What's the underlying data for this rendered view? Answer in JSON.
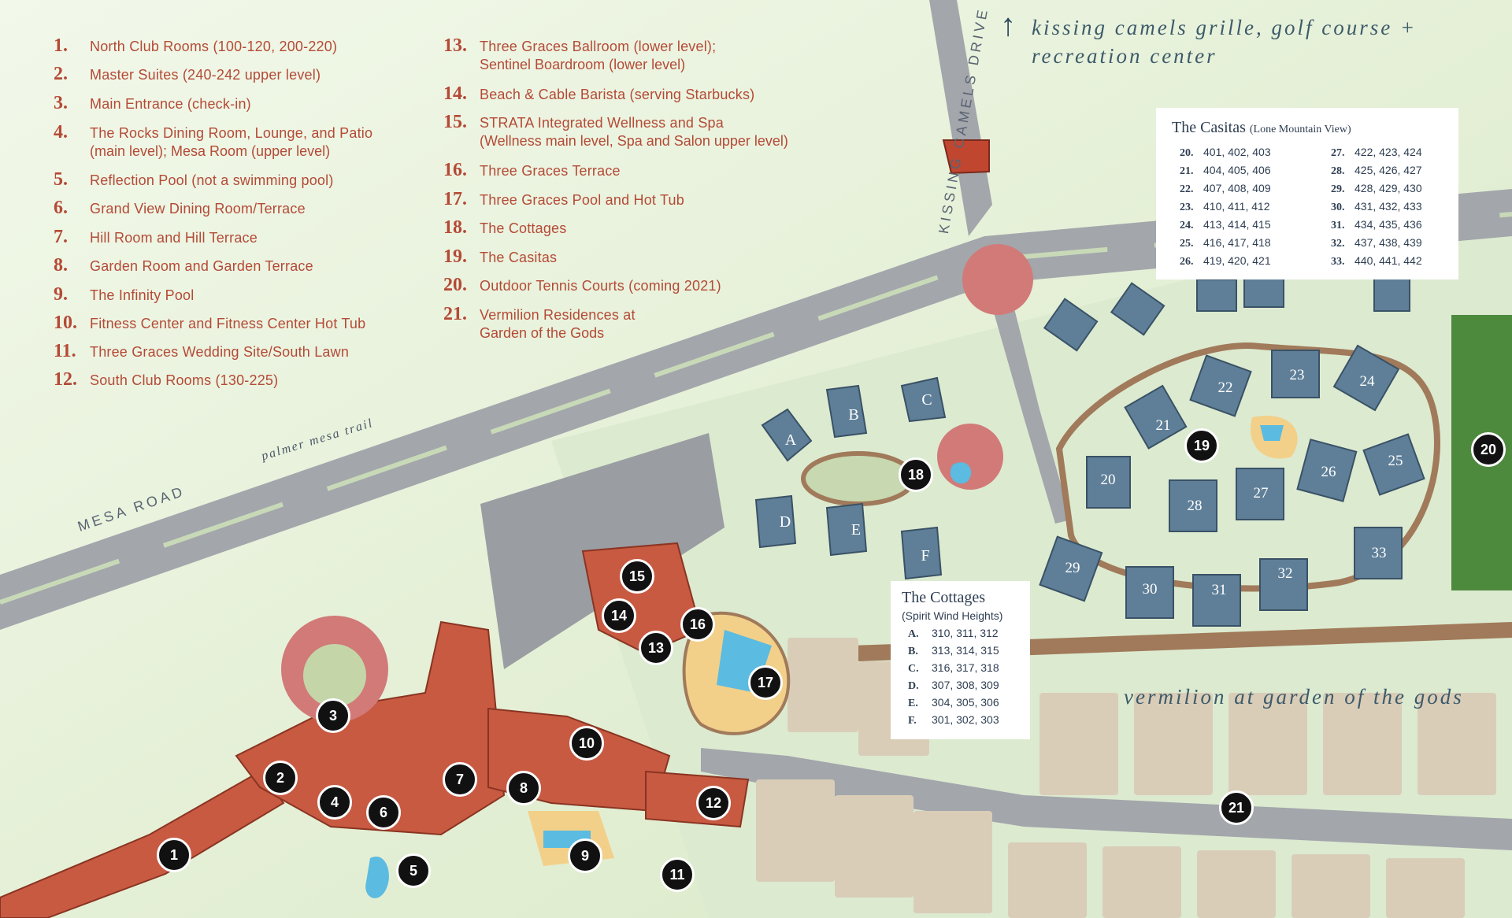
{
  "legend_left": [
    {
      "num": "1.",
      "text": "North Club Rooms (100-120, 200-220)",
      "text2": ""
    },
    {
      "num": "2.",
      "text": "Master Suites (240-242 upper level)",
      "text2": ""
    },
    {
      "num": "3.",
      "text": "Main Entrance (check-in)",
      "text2": ""
    },
    {
      "num": "4.",
      "text": "The Rocks Dining Room, Lounge, and Patio",
      "text2": "(main level); Mesa Room (upper level)"
    },
    {
      "num": "5.",
      "text": "Reflection Pool (not a swimming pool)",
      "text2": ""
    },
    {
      "num": "6.",
      "text": "Grand View Dining Room/Terrace",
      "text2": ""
    },
    {
      "num": "7.",
      "text": "Hill Room and Hill Terrace",
      "text2": ""
    },
    {
      "num": "8.",
      "text": "Garden Room and Garden Terrace",
      "text2": ""
    },
    {
      "num": "9.",
      "text": "The Infinity Pool",
      "text2": ""
    },
    {
      "num": "10.",
      "text": "Fitness Center and Fitness Center Hot Tub",
      "text2": ""
    },
    {
      "num": "11.",
      "text": "Three Graces Wedding Site/South Lawn",
      "text2": ""
    },
    {
      "num": "12.",
      "text": "South Club Rooms (130-225)",
      "text2": ""
    }
  ],
  "legend_right": [
    {
      "num": "13.",
      "text": "Three Graces Ballroom (lower level);",
      "text2": "Sentinel Boardroom (lower level)"
    },
    {
      "num": "14.",
      "text": "Beach & Cable Barista (serving Starbucks)",
      "text2": ""
    },
    {
      "num": "15.",
      "text": "STRATA Integrated Wellness and Spa",
      "text2": "(Wellness main level, Spa and Salon upper level)"
    },
    {
      "num": "16.",
      "text": "Three Graces Terrace",
      "text2": ""
    },
    {
      "num": "17.",
      "text": "Three Graces Pool and Hot Tub",
      "text2": ""
    },
    {
      "num": "18.",
      "text": "The Cottages",
      "text2": ""
    },
    {
      "num": "19.",
      "text": "The Casitas",
      "text2": ""
    },
    {
      "num": "20.",
      "text": "Outdoor Tennis Courts (coming 2021)",
      "text2": ""
    },
    {
      "num": "21.",
      "text": "Vermilion Residences at",
      "text2": "Garden of the Gods"
    }
  ],
  "labels": {
    "kissing_camels_drive": "KISSING CAMELS DRIVE",
    "mesa_road": "MESA ROAD",
    "palmer_mesa_trail": "palmer mesa trail",
    "arrow": "↑",
    "north_note_line1": "kissing camels grille, golf course +",
    "north_note_line2": "recreation center",
    "vermilion": "vermilion at garden of the gods"
  },
  "casitas_box": {
    "title": "The Casitas",
    "subtitle": "(Lone Mountain View)",
    "left": [
      {
        "num": "20.",
        "rooms": "401, 402, 403"
      },
      {
        "num": "21.",
        "rooms": "404, 405, 406"
      },
      {
        "num": "22.",
        "rooms": "407, 408, 409"
      },
      {
        "num": "23.",
        "rooms": "410, 411, 412"
      },
      {
        "num": "24.",
        "rooms": "413, 414, 415"
      },
      {
        "num": "25.",
        "rooms": "416, 417, 418"
      },
      {
        "num": "26.",
        "rooms": "419, 420, 421"
      }
    ],
    "right": [
      {
        "num": "27.",
        "rooms": "422, 423, 424"
      },
      {
        "num": "28.",
        "rooms": "425, 426, 427"
      },
      {
        "num": "29.",
        "rooms": "428, 429, 430"
      },
      {
        "num": "30.",
        "rooms": "431, 432, 433"
      },
      {
        "num": "31.",
        "rooms": "434, 435, 436"
      },
      {
        "num": "32.",
        "rooms": "437, 438, 439"
      },
      {
        "num": "33.",
        "rooms": "440, 441, 442"
      }
    ]
  },
  "cottages_box": {
    "title": "The Cottages",
    "subtitle": "(Spirit Wind Heights)",
    "entries": [
      {
        "num": "A.",
        "rooms": "310, 311, 312"
      },
      {
        "num": "B.",
        "rooms": "313, 314, 315"
      },
      {
        "num": "C.",
        "rooms": "316, 317, 318"
      },
      {
        "num": "D.",
        "rooms": "307, 308, 309"
      },
      {
        "num": "E.",
        "rooms": "304, 305, 306"
      },
      {
        "num": "F.",
        "rooms": "301, 302, 303"
      }
    ]
  },
  "markers": [
    "1",
    "2",
    "3",
    "4",
    "5",
    "6",
    "7",
    "8",
    "9",
    "10",
    "11",
    "12",
    "13",
    "14",
    "15",
    "16",
    "17",
    "18",
    "19",
    "20",
    "21"
  ],
  "cottage_letters": [
    "A",
    "B",
    "C",
    "D",
    "E",
    "F"
  ],
  "casita_numbers": [
    "20",
    "21",
    "22",
    "23",
    "24",
    "25",
    "26",
    "27",
    "28",
    "29",
    "30",
    "31",
    "32",
    "33"
  ],
  "colors": {
    "background": "#eef5e4",
    "road": "#a3a6ab",
    "building_red": "#c85a42",
    "building_blue": "#5f7f98",
    "vermilion_lots": "#d9cdb8",
    "path": "#a07a5a",
    "pool": "#5bbbe0",
    "tennis": "#4e8a3e",
    "legend_text": "#b44a36",
    "box_text": "#2e3e52"
  }
}
